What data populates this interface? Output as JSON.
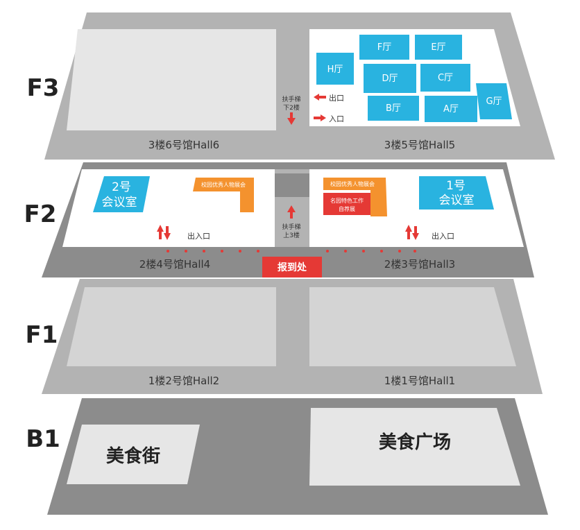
{
  "floors": {
    "f3": {
      "label": "F3",
      "hall_left": "3楼6号馆Hall6",
      "hall_right": "3楼5号馆Hall5",
      "escalator": [
        "扶手梯",
        "下2楼"
      ],
      "exit_label": "出口",
      "entrance_label": "入口",
      "rooms": [
        "H厅",
        "F厅",
        "E厅",
        "D厅",
        "C厅",
        "B厅",
        "A厅",
        "G厅"
      ]
    },
    "f2": {
      "label": "F2",
      "hall_left": "2楼4号馆Hall4",
      "hall_right": "2楼3号馆Hall3",
      "meeting_left": [
        "2号",
        "会议室"
      ],
      "meeting_right": [
        "1号",
        "会议室"
      ],
      "orange_left": "校园优秀人物展会",
      "orange_right": "校园优秀人物展会",
      "red_box": [
        "名园特色工作",
        "自荐展"
      ],
      "escalator": [
        "扶手梯",
        "上3楼"
      ],
      "io_left": "出入口",
      "io_right": "出入口",
      "registration": "报到处"
    },
    "f1": {
      "label": "F1",
      "hall_left": "1楼2号馆Hall2",
      "hall_right": "1楼1号馆Hall1"
    },
    "b1": {
      "label": "B1",
      "food_left": "美食街",
      "food_right": "美食广场"
    }
  },
  "colors": {
    "dark_gray": "#8c8c8c",
    "mid_gray": "#b3b3b3",
    "light_gray": "#d4d4d4",
    "panel": "#e6e6e6",
    "blue": "#29b3e0",
    "orange": "#f4922e",
    "red": "#e53935"
  },
  "icons": [
    "escalator-arrow-icon",
    "exit-arrow-icon",
    "entrance-arrow-icon",
    "updown-arrows-icon"
  ]
}
